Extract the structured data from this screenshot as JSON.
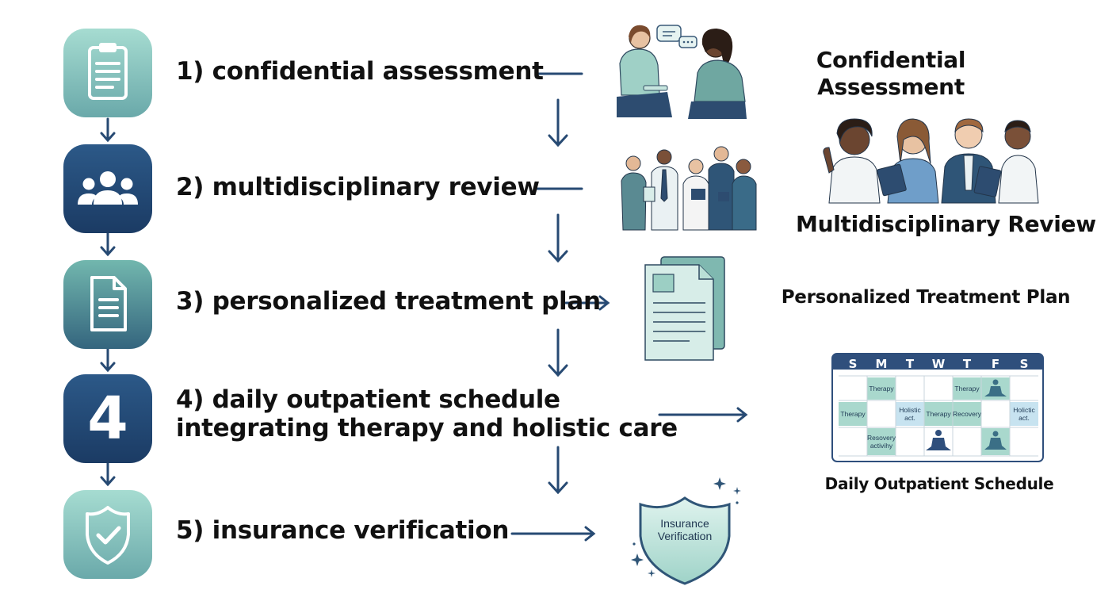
{
  "steps": [
    {
      "label": "1) confidential assessment"
    },
    {
      "label": "2) multidisciplinary review"
    },
    {
      "label": "3) personalized treatment plan"
    },
    {
      "label_line1": "4) daily outpatient schedule",
      "label_line2": "integrating therapy and holistic care",
      "icon_number": "4"
    },
    {
      "label": "5) insurance verification"
    }
  ],
  "side_labels": {
    "assessment_line1": "Confidential",
    "assessment_line2": "Assessment",
    "review": "Multidisciplinary Review",
    "plan": "Personalized Treatment Plan",
    "schedule": "Daily Outpatient Schedule"
  },
  "calendar": {
    "days": [
      "S",
      "M",
      "T",
      "W",
      "T",
      "F",
      "S"
    ],
    "cells": {
      "r1_m": "Therapy",
      "r1_f": "Therapy",
      "r2_s": "Therapy",
      "r2_t": "Holistic act.",
      "r2_w": "Therapy",
      "r2_th": "Recovery",
      "r2_sa": "Holictic act.",
      "r3_m": "Resovery activihy"
    }
  },
  "shield": {
    "line1": "Insurance",
    "line2": "Verification"
  },
  "colors": {
    "navy": "#1f3d68",
    "arrow": "#274a73",
    "teal_light": "#a8d8cf",
    "teal_mid": "#6fa9a9",
    "cal_header": "#2f4f7c"
  },
  "icons": [
    "clipboard-icon",
    "people-icon",
    "document-icon",
    "number-4-icon",
    "shield-check-icon"
  ]
}
